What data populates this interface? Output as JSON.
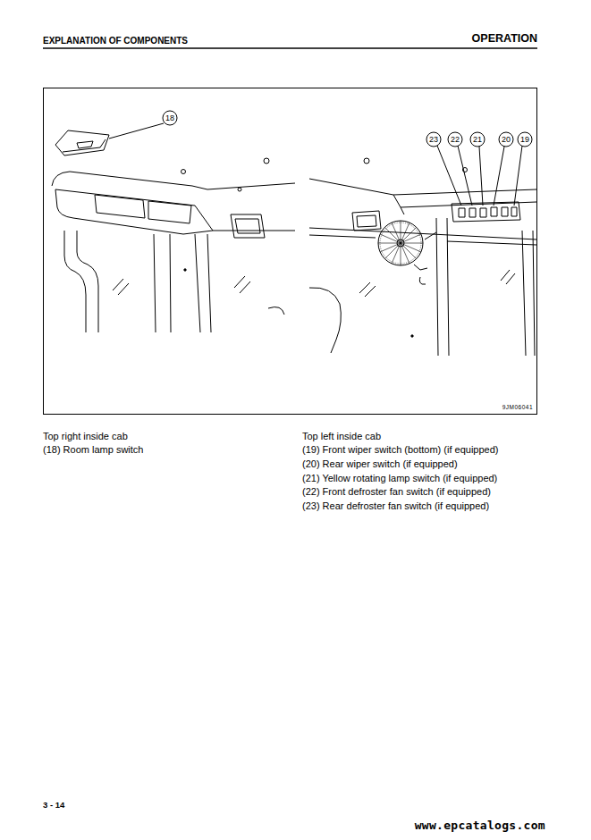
{
  "diagram": {
    "labels": [
      "EXPLANATION OF COMPONENTS",
      "OPERATION",
      "18",
      "23",
      "22",
      "21",
      "20",
      "19",
      "9JM06041",
      "Top right inside cab",
      "(18) Room lamp switch",
      "Top left inside cab",
      "(19) Front wiper switch (bottom) (if equipped)",
      "(20) Rear wiper switch (if equipped)",
      "(21) Yellow rotating lamp switch (if equipped)",
      "(22) Front defroster fan switch (if equipped)",
      "(23) Rear defroster fan switch (if equipped)",
      "3 - 14",
      "www.epcatalogs.com"
    ]
  }
}
